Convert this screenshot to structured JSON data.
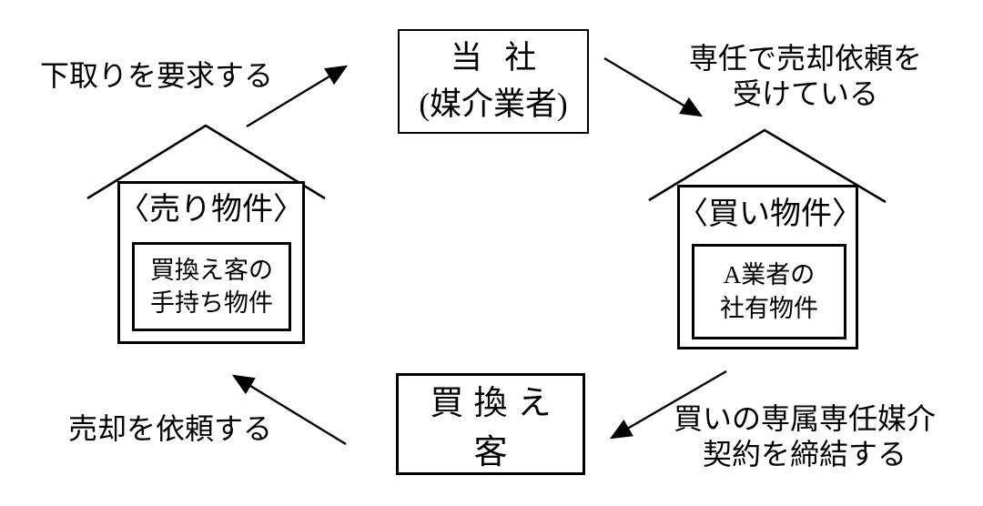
{
  "diagram": {
    "broker_box": {
      "name": "当社",
      "role": "(媒介業者)"
    },
    "customer_box": {
      "label": "買換え客"
    },
    "sell_house": {
      "title": "〈売り物件〉",
      "inner": {
        "line1": "買換え客の",
        "line2": "手持ち物件"
      }
    },
    "buy_house": {
      "title": "〈買い物件〉",
      "inner": {
        "line1": "A業者の",
        "line2": "社有物件"
      }
    },
    "labels": {
      "request_trade_in": "下取りを要求する",
      "exclusive_sale_line1": "専任で売却依頼を",
      "exclusive_sale_line2": "受けている",
      "request_sale": "売却を依頼する",
      "contract_line1": "買いの専属専任媒介",
      "contract_line2": "契約を締結する"
    },
    "colors": {
      "line": "#000000",
      "text": "#000000",
      "background": "#ffffff"
    }
  }
}
